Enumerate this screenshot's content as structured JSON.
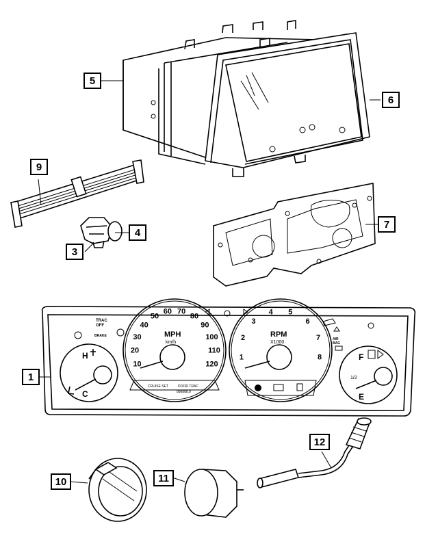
{
  "callouts": [
    {
      "id": "1",
      "label": "1"
    },
    {
      "id": "3",
      "label": "3"
    },
    {
      "id": "4",
      "label": "4"
    },
    {
      "id": "5",
      "label": "5"
    },
    {
      "id": "6",
      "label": "6"
    },
    {
      "id": "7",
      "label": "7"
    },
    {
      "id": "9",
      "label": "9"
    },
    {
      "id": "10",
      "label": "10"
    },
    {
      "id": "11",
      "label": "11"
    },
    {
      "id": "12",
      "label": "12"
    }
  ],
  "cluster": {
    "trac_off": "TRAC\nOFF",
    "trac_off_1": "TRAC",
    "trac_off_2": "OFF",
    "brake": "BRAKE",
    "temp_h": "H",
    "temp_c": "C",
    "speedo_unit": "MPH",
    "speedo_unit2": "km/h",
    "speedo_ticks": [
      "10",
      "20",
      "30",
      "40",
      "50",
      "60",
      "70",
      "80",
      "90",
      "100",
      "110",
      "120"
    ],
    "cruise_set": "CRUISE SET",
    "door_trac": "DOOR TRAC",
    "odometer": "888888.8",
    "tacho_unit": "RPM",
    "tacho_unit2": "X1000",
    "tacho_ticks": [
      "1",
      "2",
      "3",
      "4",
      "5",
      "6",
      "7",
      "8"
    ],
    "airbag": "AIR\nBAG",
    "airbag_1": "AIR",
    "airbag_2": "BAG",
    "fuel_f": "F",
    "fuel_e": "E",
    "fuel_half": "1/2"
  }
}
